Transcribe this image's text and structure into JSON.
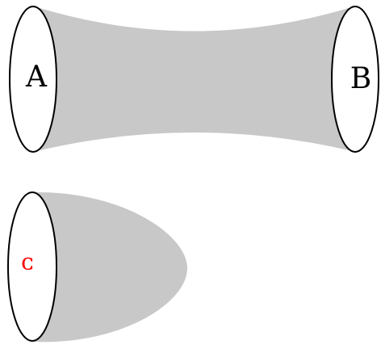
{
  "figures": {
    "cylinder": {
      "left_label": "A",
      "right_label": "B",
      "fill_color": "#c8c8c8",
      "stroke_color": "#000000"
    },
    "cap": {
      "label": "ᴄ",
      "label_color": "#ff0000",
      "fill_color": "#c8c8c8",
      "stroke_color": "#000000"
    }
  }
}
